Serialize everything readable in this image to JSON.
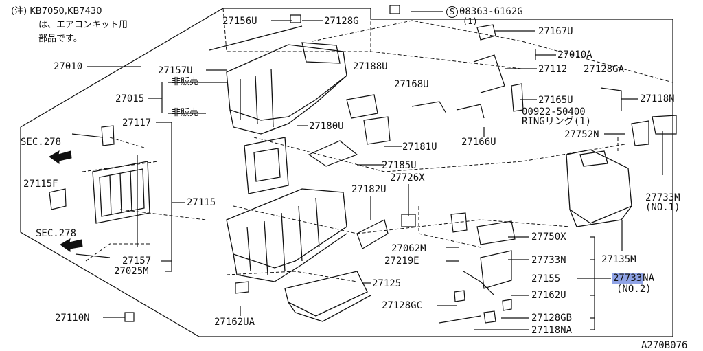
{
  "note": {
    "line1": "(注) KB7050,KB7430",
    "line2": "は、エアコンキット用",
    "line3": "部品です。"
  },
  "drawing_code": "A270B076",
  "labels": {
    "p27156U": "27156U",
    "p27128G": "27128G",
    "screw_symbol": "S",
    "p08363": "08363-6162G",
    "p08363_qty": "(1)",
    "p27167U": "27167U",
    "p27010A": "27010A",
    "p27112": "27112",
    "p27128GA": "27128GA",
    "p27010": "27010",
    "p27157U": "27157U",
    "p27188U": "27188U",
    "p27168U": "27168U",
    "p27165U": "27165U",
    "p27118N": "27118N",
    "p00922": "00922-50400",
    "ring": "RINGリング(1)",
    "p27015": "27015",
    "not_sold_1": "非販売",
    "not_sold_2": "非販売",
    "p27117": "27117",
    "p27180U": "27180U",
    "p27181U": "27181U",
    "p27166U": "27166U",
    "p27752N": "27752N",
    "sec278_top": "SEC.278",
    "p27185U": "27185U",
    "p27726X": "27726X",
    "p27115F": "27115F",
    "p27182U": "27182U",
    "p27733M": "27733M",
    "p27733M_sub": "(NO.1)",
    "p27115": "27115",
    "p27750X": "27750X",
    "sec278_bottom": "SEC.278",
    "p27062M": "27062M",
    "p27219E": "27219E",
    "p27157": "27157",
    "p27733N": "27733N",
    "p27135M": "27135M",
    "p27025M": "27025M",
    "p27125": "27125",
    "p27155": "27155",
    "p27733NA": "27733",
    "p27733NA_suffix": "NA",
    "p27733NA_sub": "(NO.2)",
    "p27162U": "27162U",
    "p27128GC": "27128GC",
    "p27110N": "27110N",
    "p27162UA": "27162UA",
    "p27128GB": "27128GB",
    "p27118NA": "27118NA"
  },
  "colors": {
    "line": "#111111",
    "highlight": "#8fa3e6"
  }
}
